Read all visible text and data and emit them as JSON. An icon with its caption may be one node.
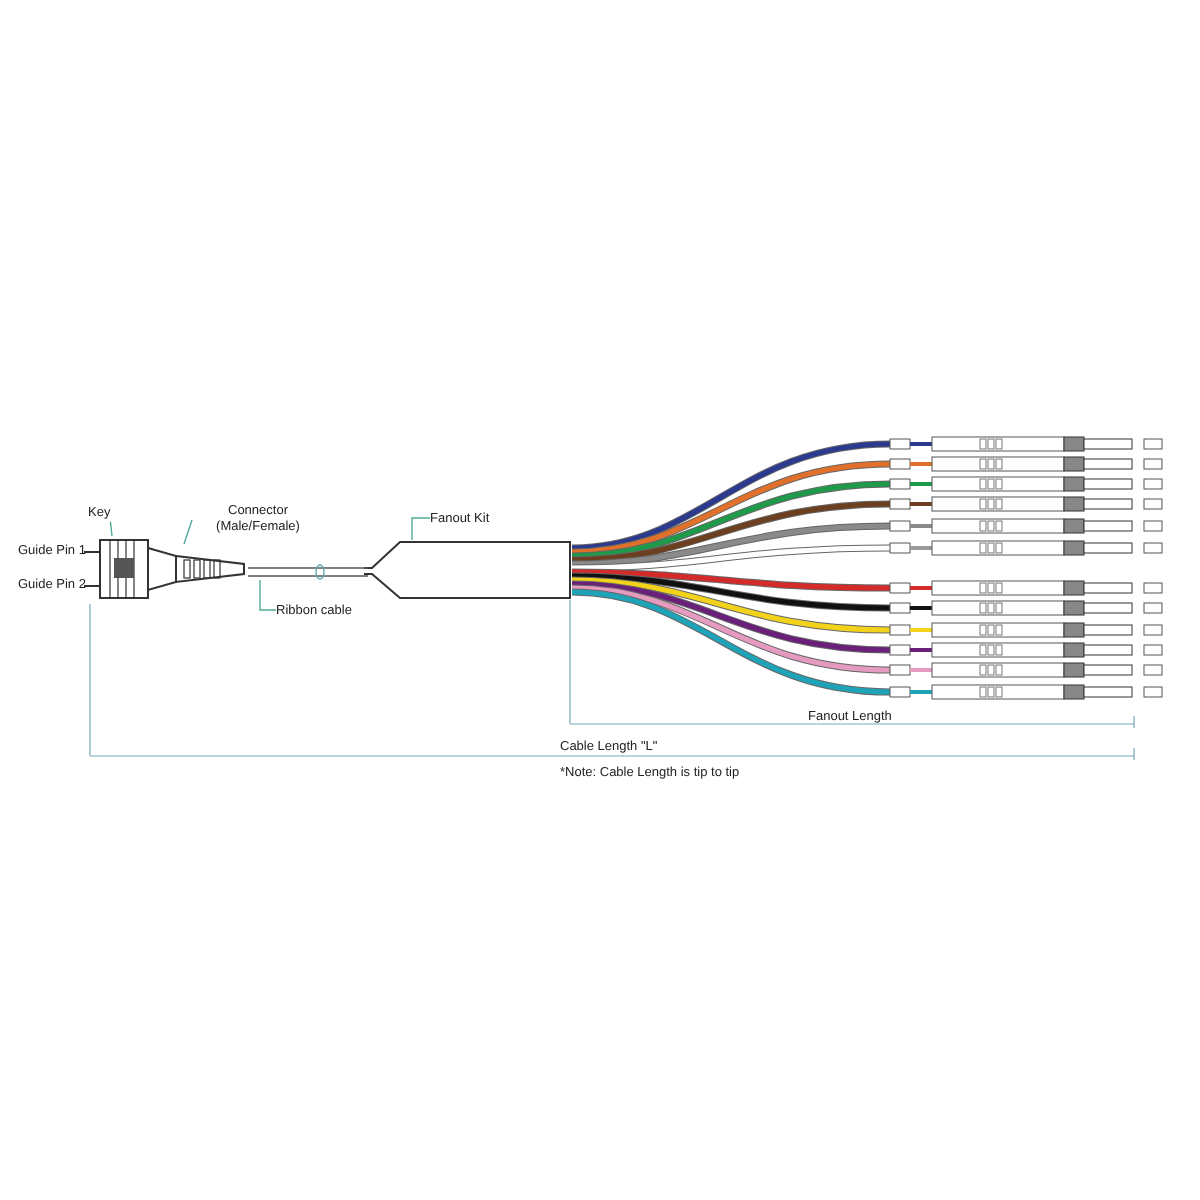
{
  "diagram": {
    "nodes": [
      {
        "text": [
          "Key"
        ]
      },
      {
        "text": [
          "Connector (Male/Female)"
        ]
      },
      {
        "text": [
          "Fanout Kit"
        ]
      },
      {
        "text": [
          "Ribbon cable"
        ]
      },
      {
        "text": [],
        "shape": "picture"
      },
      {
        "text": [],
        "shape": "box"
      },
      {
        "text": [],
        "shape": "bar"
      }
    ],
    "edges": [
      {
        "from": 0,
        "to": 4,
        "arrow": "none"
      },
      {
        "from": 1,
        "to": 4,
        "arrow": "none"
      },
      {
        "from": 2,
        "to": 5,
        "arrow": "none"
      },
      {
        "from": 3,
        "to": 6,
        "arrow": "none"
      }
    ],
    "labels": [
      "Guide Pin 1",
      "Guide Pin 2",
      "Fanout Length",
      "Cable Length \"L\"",
      "*Note: Cable Length is tip to tip"
    ]
  }
}
